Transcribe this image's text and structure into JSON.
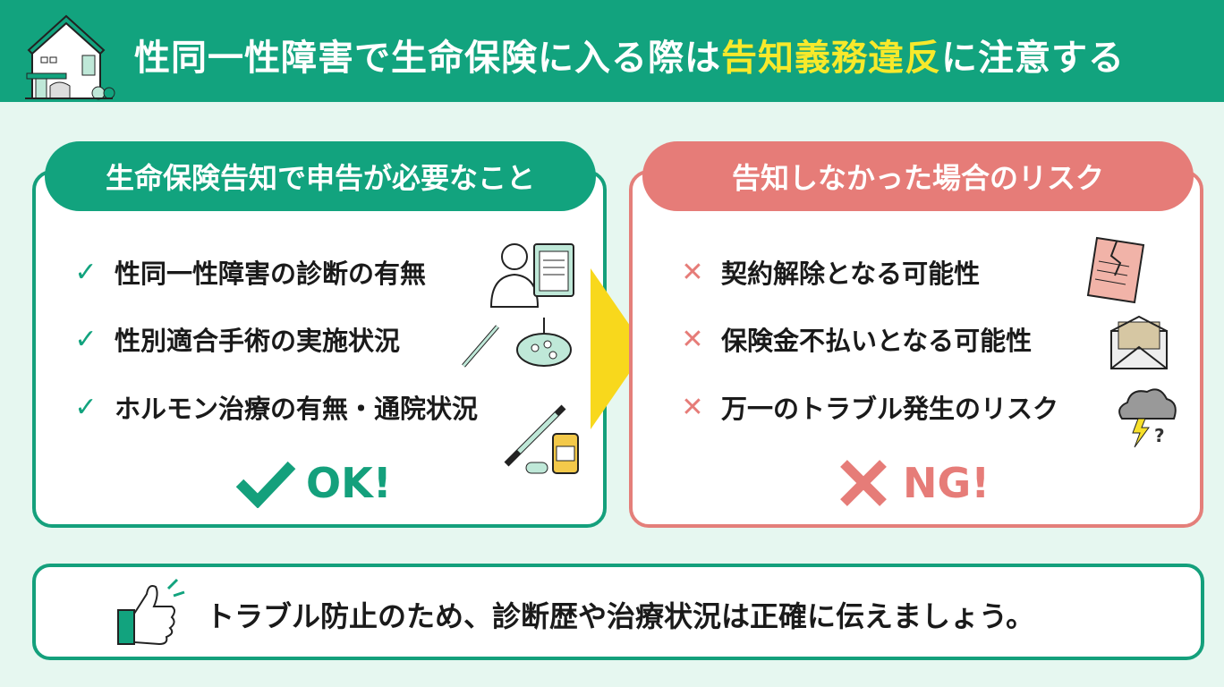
{
  "header": {
    "title_part1": "性同一性障害で生命保険に入る際は",
    "title_highlight": "告知義務違反",
    "title_part2": "に注意する"
  },
  "left_card": {
    "heading": "生命保険告知で申告が必要なこと",
    "items": [
      {
        "label": "性同一性障害の診断の有無"
      },
      {
        "label": "性別適合手術の実施状況"
      },
      {
        "label": "ホルモン治療の有無・通院状況"
      }
    ],
    "verdict": "OK!",
    "check_glyph": "✓"
  },
  "right_card": {
    "heading": "告知しなかった場合のリスク",
    "items": [
      {
        "label": "契約解除となる可能性"
      },
      {
        "label": "保険金不払いとなる可能性"
      },
      {
        "label": "万一のトラブル発生のリスク"
      }
    ],
    "verdict": "NG!",
    "cross_glyph": "✕"
  },
  "bottom": {
    "message": "トラブル防止のため、診断歴や治療状況は正確に伝えましょう。"
  },
  "colors": {
    "green": "#12a37e",
    "red": "#e67c78",
    "yellow": "#f7e92b",
    "background": "#e6f7f0"
  }
}
